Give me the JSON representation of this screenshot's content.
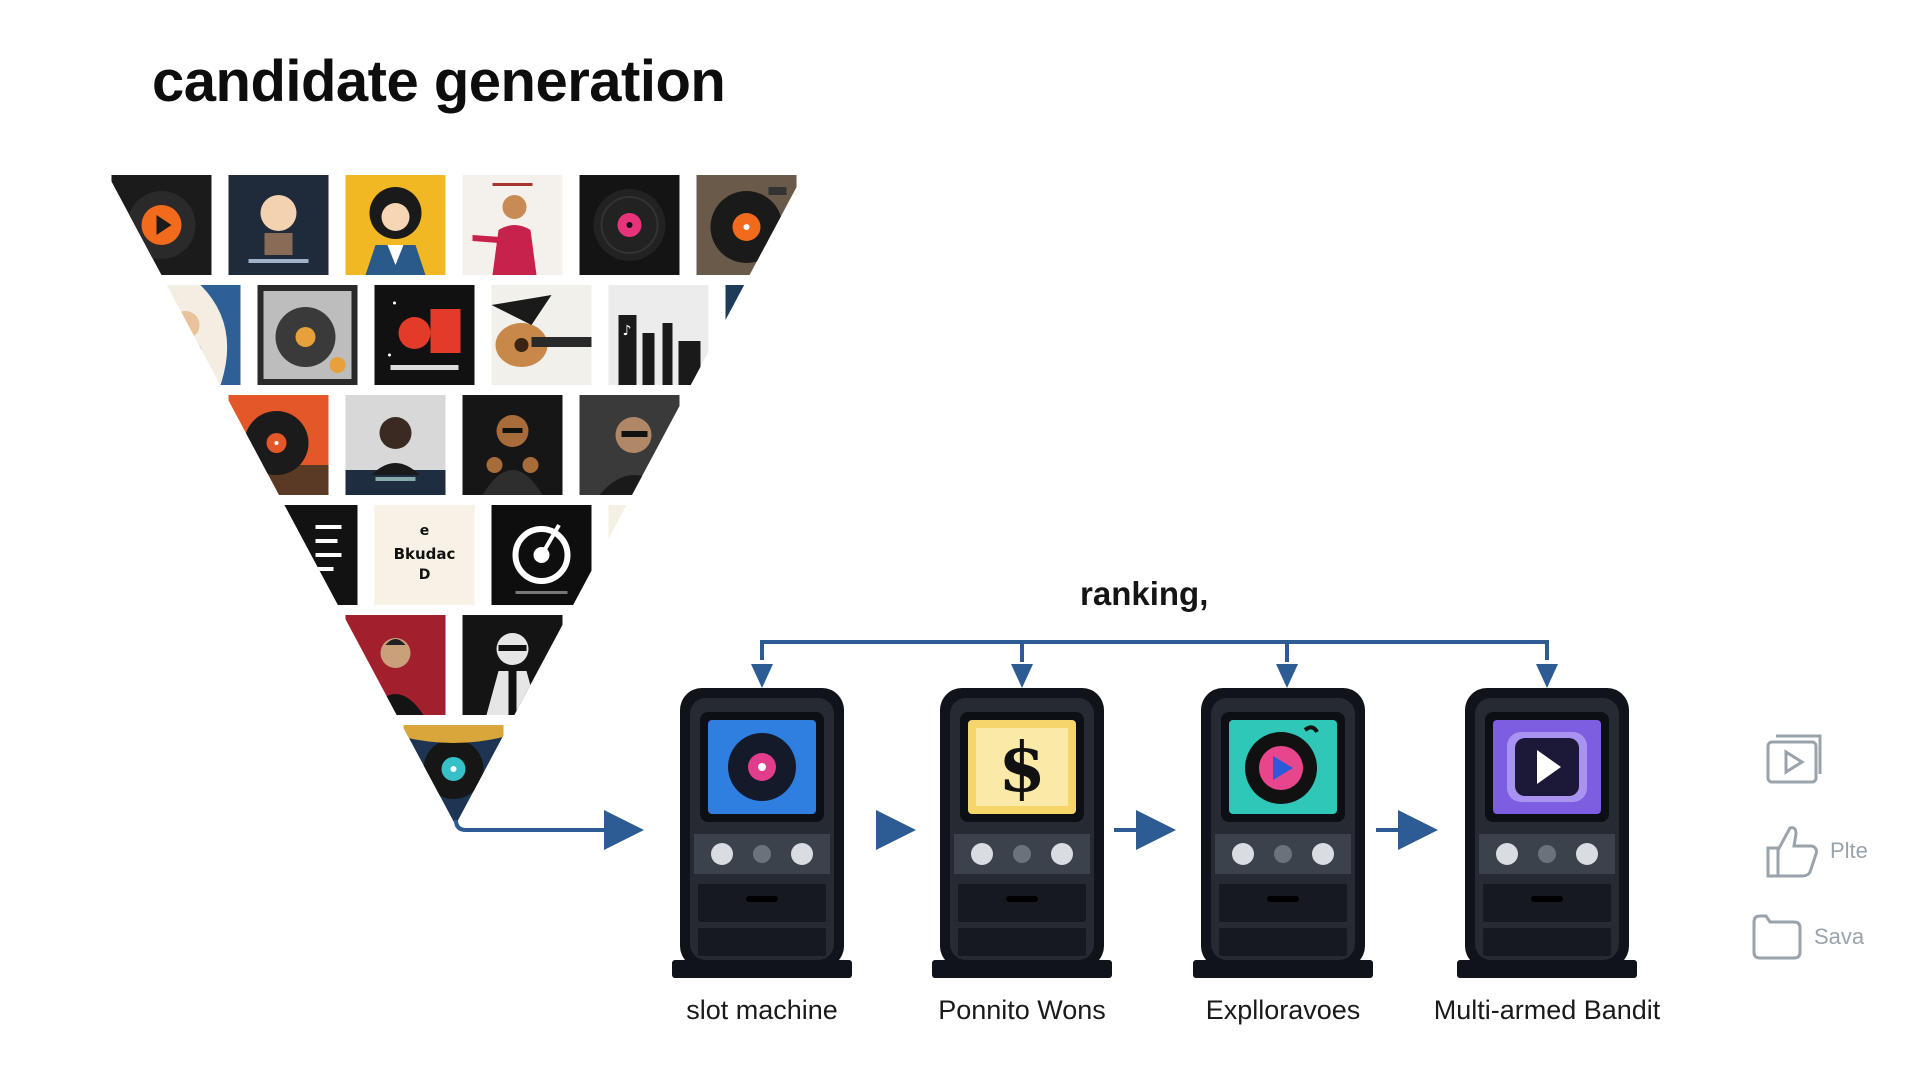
{
  "title": "candidate generation",
  "ranking_label": "ranking,",
  "colors": {
    "arrow": "#2d5b94",
    "machine_body": "#262b33",
    "machine_frame": "#10141a",
    "background": "#ffffff",
    "side_icon": "#9aa3ab"
  },
  "machines": [
    {
      "label": "slot machine",
      "screen_icon": "vinyl-record-icon",
      "screen_color": "#2f7fe0"
    },
    {
      "label": "Ponnito Wons",
      "screen_icon": "dollar-sign-icon",
      "screen_color": "#f6d56a"
    },
    {
      "label": "Explloravoes",
      "screen_icon": "music-disc-icon",
      "screen_color": "#2fc7b7"
    },
    {
      "label": "Multi-armed Bandit",
      "screen_icon": "play-icon",
      "screen_color": "#7e5ee0"
    }
  ],
  "pyramid_tiles": [
    {
      "icon": "vinyl-record-icon",
      "bg": "#1b1b1b"
    },
    {
      "icon": "portrait-icon",
      "bg": "#1f2a3a"
    },
    {
      "icon": "portrait-icon",
      "bg": "#f2b823"
    },
    {
      "icon": "portrait-icon",
      "bg": "#f4f1ec"
    },
    {
      "icon": "vinyl-record-icon",
      "bg": "#141414"
    },
    {
      "icon": "vinyl-record-icon",
      "bg": "#6a5a4a"
    },
    {
      "icon": "portrait-icon",
      "bg": "#f3ede2"
    },
    {
      "icon": "turntable-icon",
      "bg": "#2a2a2a"
    },
    {
      "icon": "vinyl-record-icon",
      "bg": "#111111"
    },
    {
      "icon": "guitar-icon",
      "bg": "#f2f0ea"
    },
    {
      "icon": "city-icon",
      "bg": "#ececec"
    },
    {
      "icon": "portrait-icon",
      "bg": "#1e3c5a"
    },
    {
      "icon": "vinyl-record-icon",
      "bg": "#e45728"
    },
    {
      "icon": "portrait-icon",
      "bg": "#d8d8d8"
    },
    {
      "icon": "portrait-icon",
      "bg": "#161616"
    },
    {
      "icon": "portrait-icon",
      "bg": "#3a3a3a"
    },
    {
      "icon": "lines-icon",
      "bg": "#121212"
    },
    {
      "icon": "text-cover-icon",
      "bg": "#f7f1e6"
    },
    {
      "icon": "vinyl-record-icon",
      "bg": "#0e0e0e"
    },
    {
      "icon": "vinyl-record-icon",
      "bg": "#f08a2a"
    },
    {
      "icon": "portrait-icon",
      "bg": "#a2202e"
    },
    {
      "icon": "portrait-icon",
      "bg": "#141414"
    },
    {
      "icon": "vinyl-record-icon",
      "bg": "#1d3553"
    }
  ],
  "text_cover": "Bkudac",
  "side_actions": [
    {
      "icon": "video-play-icon",
      "label": ""
    },
    {
      "icon": "thumbs-up-icon",
      "label": "Plte"
    },
    {
      "icon": "save-icon",
      "label": "Sava"
    }
  ]
}
